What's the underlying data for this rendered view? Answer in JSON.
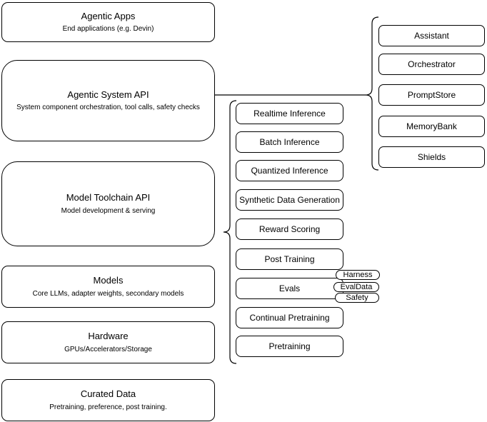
{
  "diagram": {
    "left_column": [
      {
        "title": "Agentic Apps",
        "subtitle": "End applications (e.g. Devin)"
      },
      {
        "title": "Agentic System API",
        "subtitle": "System component orchestration, tool calls, safety checks"
      },
      {
        "title": "Model Toolchain API",
        "subtitle": "Model development & serving"
      },
      {
        "title": "Models",
        "subtitle": "Core LLMs, adapter weights, secondary models"
      },
      {
        "title": "Hardware",
        "subtitle": "GPUs/Accelerators/Storage"
      },
      {
        "title": "Curated Data",
        "subtitle": "Pretraining, preference, post training."
      }
    ],
    "toolchain_items": [
      "Realtime Inference",
      "Batch Inference",
      "Quantized Inference",
      "Synthetic Data Generation",
      "Reward Scoring",
      "Post Training",
      "Evals",
      "Continual Pretraining",
      "Pretraining"
    ],
    "eval_pills": [
      "Harness",
      "EvalData",
      "Safety"
    ],
    "system_components": [
      "Assistant",
      "Orchestrator",
      "PromptStore",
      "MemoryBank",
      "Shields"
    ],
    "colors": {
      "stroke": "#000000",
      "fill": "#ffffff",
      "text": "#000000",
      "background": "#ffffff"
    }
  }
}
